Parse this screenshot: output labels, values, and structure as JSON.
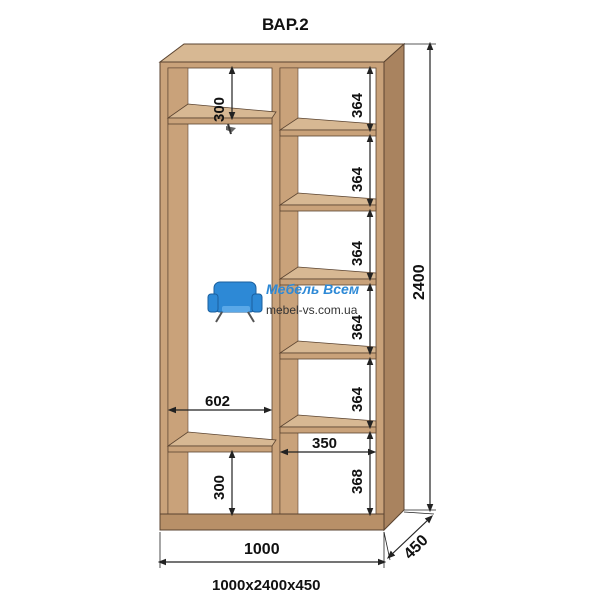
{
  "title": "ВАР.2",
  "colors": {
    "wood_front": "#c9a27a",
    "wood_side": "#a9835f",
    "wood_top": "#d7b893",
    "edge": "#5a4330",
    "interior_back": "#ffffff",
    "dimension_line": "#222222",
    "logo_blue": "#2d89d6"
  },
  "dimensions": {
    "overall_width": "1000",
    "overall_height": "2400",
    "overall_depth": "450",
    "left_top_gap": "300",
    "left_bottom_gap": "300",
    "left_compartment_width": "602",
    "right_shelf_gaps": [
      "364",
      "364",
      "364",
      "364",
      "364"
    ],
    "right_bottom_gap": "368",
    "right_compartment_width": "350"
  },
  "spec_line": "1000x2400x450",
  "logo": {
    "name": "Мебель Всем",
    "site": "mebel-vs.com.ua",
    "icon": "armchair-icon"
  },
  "icons": {
    "hanger": "clothes-rail-icon"
  }
}
